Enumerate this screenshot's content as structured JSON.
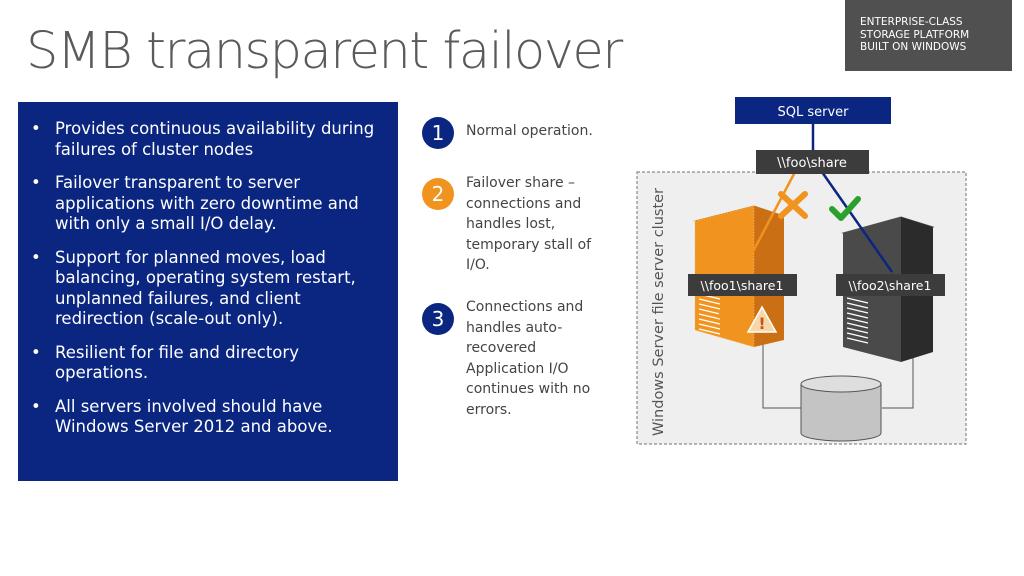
{
  "title": "SMB transparent failover",
  "corner_label": [
    "ENTERPRISE-CLASS",
    "STORAGE PLATFORM",
    "BUILT ON WINDOWS"
  ],
  "bullets": [
    "Provides continuous availability during failures of cluster nodes",
    "Failover transparent to server applications with zero downtime and with only a small I/O delay.",
    "Support for planned moves, load balancing, operating system restart, unplanned failures, and client redirection (scale-out only).",
    "Resilient for file and directory operations.",
    "All servers involved should have Windows Server 2012 and above."
  ],
  "bullet_char": "•",
  "steps": [
    {
      "number": "1",
      "text": "Normal operation.",
      "color": "#0a2680"
    },
    {
      "number": "2",
      "text": "Failover share – connections and handles lost, temporary stall of I/O.",
      "color": "#f0931f"
    },
    {
      "number": "3",
      "text": "Connections and handles auto-recovered Application I/O continues with no errors.",
      "color": "#0a2680"
    }
  ],
  "diagram": {
    "sql_server": "SQL server",
    "share_label": "\\\\foo\\share",
    "node1_share": "\\\\foo1\\share1",
    "node2_share": "\\\\foo2\\share1",
    "cluster_label": "Windows Server file server cluster",
    "warning_glyph": "!",
    "colors": {
      "navy": "#0a2680",
      "orange": "#f0931f",
      "green": "#2ca02c",
      "dark": "#3c3c3c"
    }
  }
}
